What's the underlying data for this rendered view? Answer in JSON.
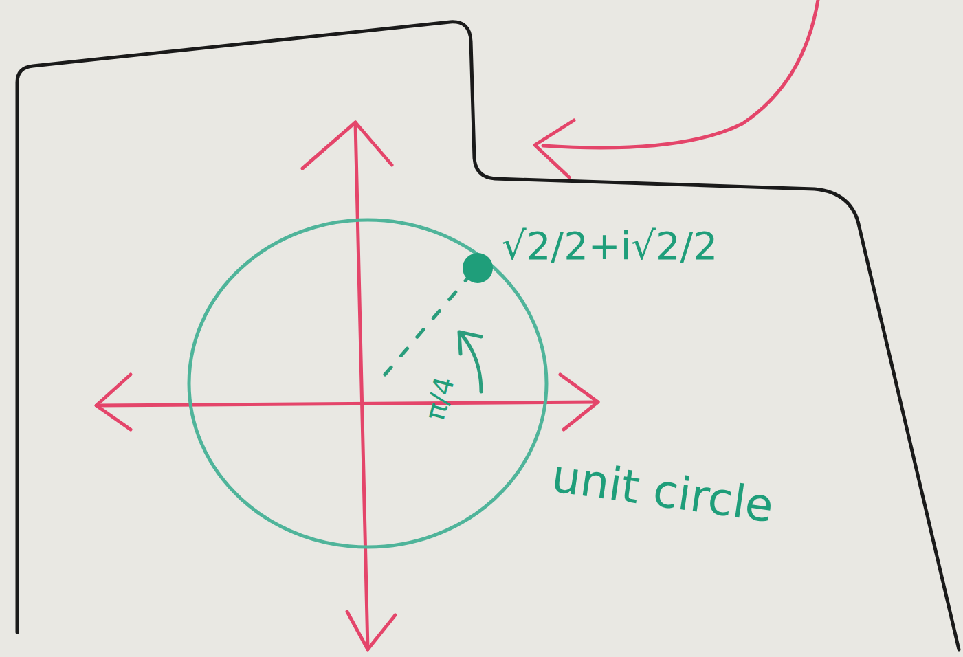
{
  "diagram": {
    "labels": [
      "√2/2+i√2/2",
      "π/4",
      "unit circle"
    ]
  }
}
